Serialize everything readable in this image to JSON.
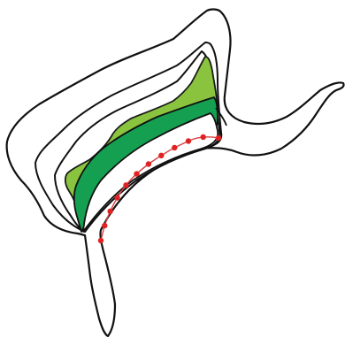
{
  "diagram": {
    "background_color": "#ffffff",
    "outline_color": "#111111",
    "layers": [
      {
        "name": "outer-contour",
        "fill": "#ffffff",
        "stroke": "#111111"
      },
      {
        "name": "second-contour",
        "fill": "#ffffff",
        "stroke": "#111111"
      },
      {
        "name": "third-contour",
        "fill": "#ffffff",
        "stroke": "#111111"
      },
      {
        "name": "light-green-band",
        "fill": "#8ac43f",
        "stroke": "#1a1a1a"
      },
      {
        "name": "dark-green-band",
        "fill": "#14a050",
        "stroke": "#111111"
      },
      {
        "name": "inner-white-band",
        "fill": "#ffffff",
        "stroke": "#111111"
      }
    ],
    "marker_line": {
      "color": "#d94040",
      "dot_color": "#e02222",
      "dot_count": 12
    }
  }
}
